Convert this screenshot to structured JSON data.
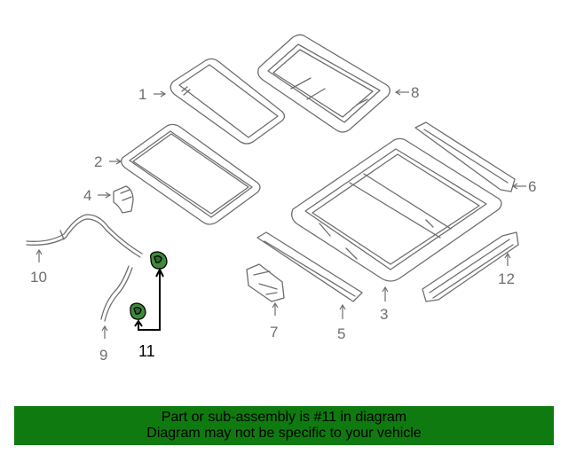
{
  "colors": {
    "highlight_part": "#3f8a3a",
    "banner_background": "#0f7a0f",
    "line_gray": "#6e6e6e"
  },
  "callouts": {
    "c1": "1",
    "c2": "2",
    "c3": "3",
    "c4": "4",
    "c5": "5",
    "c6": "6",
    "c7": "7",
    "c8": "8",
    "c9": "9",
    "c10": "10",
    "c11": "11",
    "c12": "12"
  },
  "banner": {
    "line1": "Part or sub-assembly is #11 in diagram",
    "line2": "Diagram may not be specific to your vehicle"
  }
}
